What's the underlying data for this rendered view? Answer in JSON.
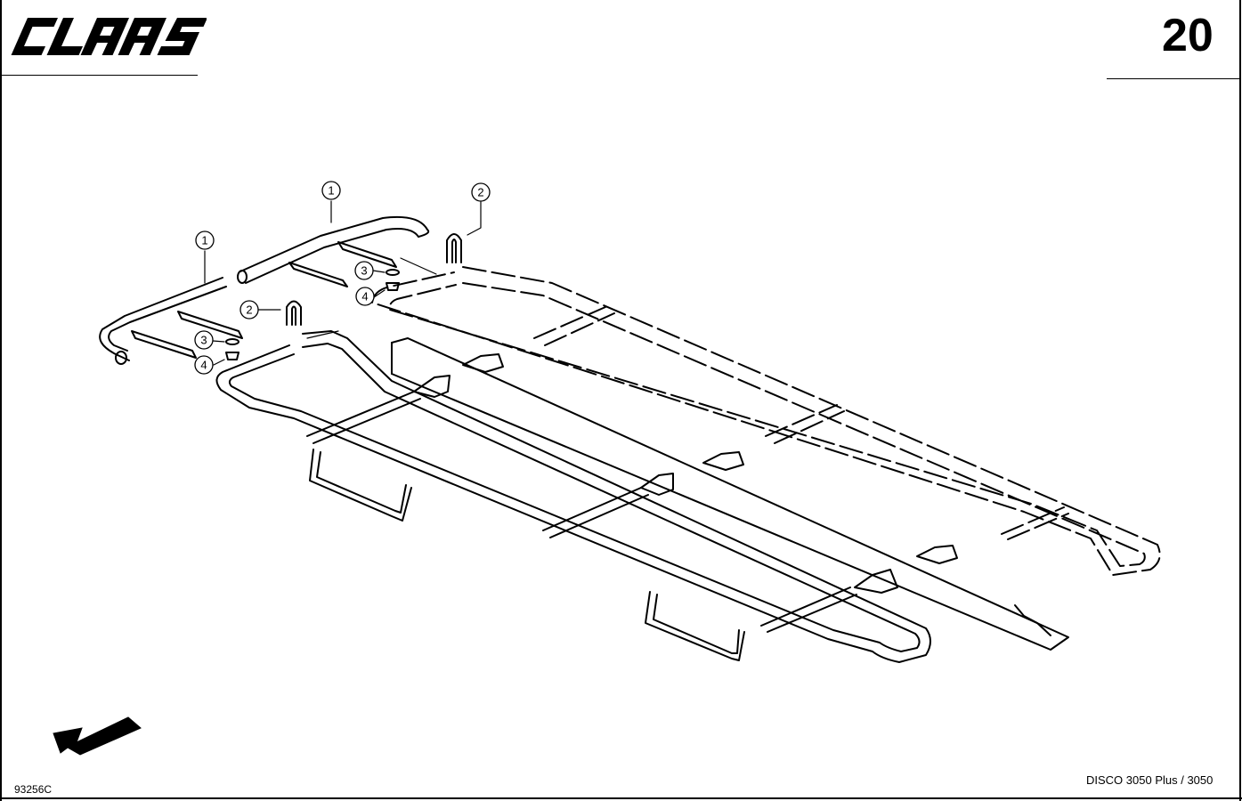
{
  "header": {
    "brand": "CLAAS",
    "page_number": "20"
  },
  "footer": {
    "drawing_ref": "93256C",
    "model": "DISCO 3050 Plus / 3050"
  },
  "callouts": [
    {
      "id": "callout-1a",
      "label": "1"
    },
    {
      "id": "callout-1b",
      "label": "1"
    },
    {
      "id": "callout-2a",
      "label": "2"
    },
    {
      "id": "callout-2b",
      "label": "2"
    },
    {
      "id": "callout-3a",
      "label": "3"
    },
    {
      "id": "callout-3b",
      "label": "3"
    },
    {
      "id": "callout-4a",
      "label": "4"
    },
    {
      "id": "callout-4b",
      "label": "4"
    }
  ],
  "icons": {
    "direction": "arrow-down-left-icon"
  }
}
